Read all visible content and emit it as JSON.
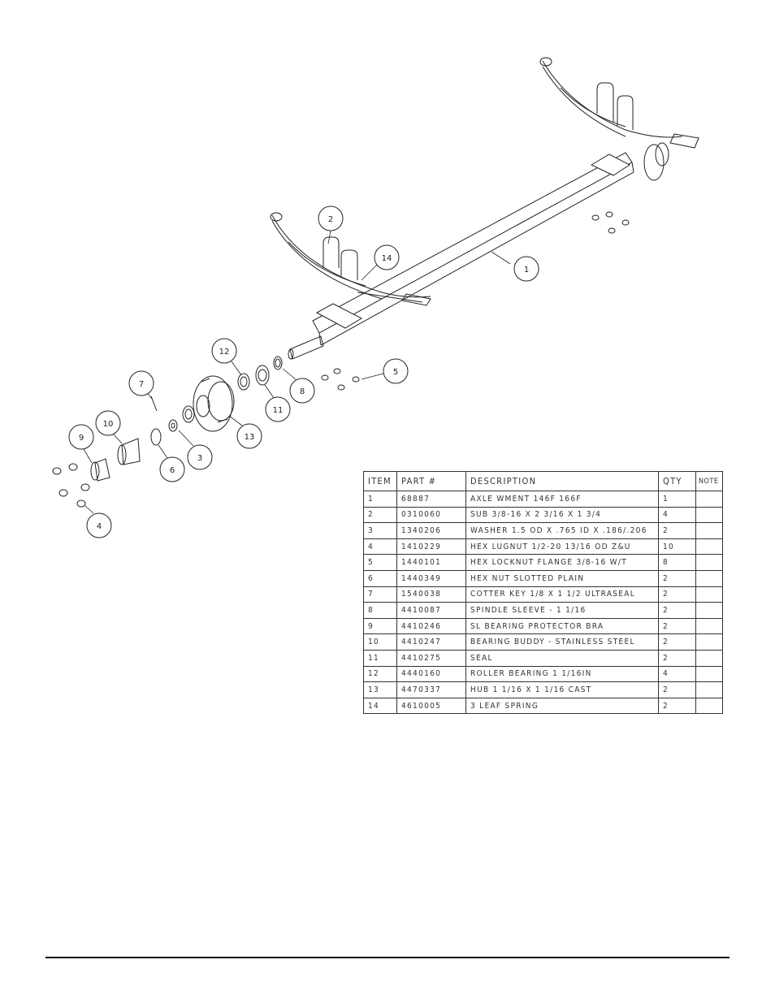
{
  "callouts": [
    "1",
    "2",
    "3",
    "4",
    "5",
    "6",
    "7",
    "8",
    "9",
    "10",
    "11",
    "12",
    "13",
    "14"
  ],
  "parts_table": {
    "headers": [
      "ITEM",
      "PART #",
      "DESCRIPTION",
      "QTY",
      "NOTE"
    ],
    "rows": [
      [
        "1",
        "68887",
        "AXLE WMENT   146F 166F",
        "1",
        ""
      ],
      [
        "2",
        "0310060",
        "SUB 3/8-16 X 2 3/16 X 1 3/4",
        "4",
        ""
      ],
      [
        "3",
        "1340206",
        "WASHER 1.5 OD X .765 ID X .186/.206",
        "2",
        ""
      ],
      [
        "4",
        "1410229",
        "HEX LUGNUT 1/2-20 13/16 OD Z&U",
        "10",
        ""
      ],
      [
        "5",
        "1440101",
        "HEX LOCKNUT FLANGE 3/8-16 W/T",
        "8",
        ""
      ],
      [
        "6",
        "1440349",
        "HEX NUT SLOTTED PLAIN",
        "2",
        ""
      ],
      [
        "7",
        "1540038",
        "COTTER KEY 1/8 X 1 1/2 ULTRASEAL",
        "2",
        ""
      ],
      [
        "8",
        "4410087",
        "SPINDLE SLEEVE - 1 1/16",
        "2",
        ""
      ],
      [
        "9",
        "4410246",
        "SL BEARING PROTECTOR BRA",
        "2",
        ""
      ],
      [
        "10",
        "4410247",
        "BEARING BUDDY - STAINLESS STEEL",
        "2",
        ""
      ],
      [
        "11",
        "4410275",
        "SEAL",
        "2",
        ""
      ],
      [
        "12",
        "4440160",
        "ROLLER BEARING   1 1/16IN",
        "4",
        ""
      ],
      [
        "13",
        "4470337",
        "HUB   1 1/16 X 1 1/16 CAST",
        "2",
        ""
      ],
      [
        "14",
        "4610005",
        "3 LEAF SPRING",
        "2",
        ""
      ]
    ]
  }
}
